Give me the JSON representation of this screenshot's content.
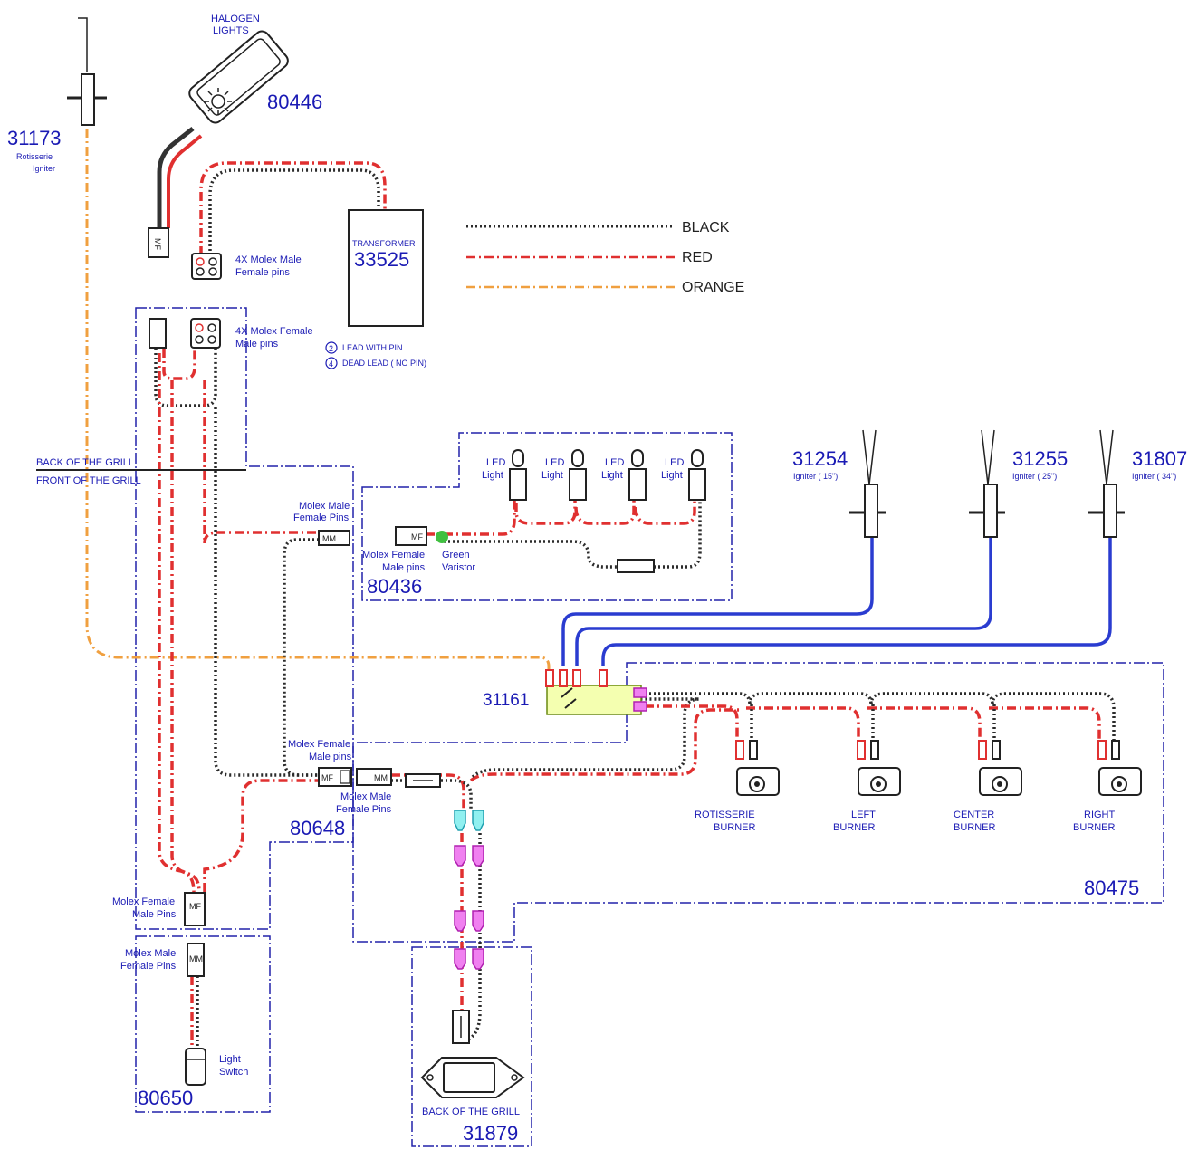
{
  "legend": {
    "black": "BLACK",
    "red": "RED",
    "orange": "ORANGE"
  },
  "colors": {
    "black_wire": "#2b2b2b",
    "red_wire": "#e03030",
    "orange_wire": "#f0a040",
    "blue_wire": "#2a3cd0",
    "label_blue": "#1a1ab4",
    "terminal_magenta": "#f080f0",
    "terminal_cyan": "#90f0f0",
    "module_green": "#f4ffb0"
  },
  "parts": {
    "halogen_lights_line1": "HALOGEN",
    "halogen_lights_line2": "LIGHTS",
    "halogen_pn": "80446",
    "rotisserie_igniter_pn": "31173",
    "rotisserie_igniter_line1": "Rotisserie",
    "rotisserie_igniter_line2": "Igniter",
    "transformer_label": "TRANSFORMER",
    "transformer_pn": "33525",
    "molex_4x_male_line1": "4X Molex Male",
    "molex_4x_male_line2": "Female pins",
    "molex_4x_female_line1": "4X Molex Female",
    "molex_4x_female_line2": "Male pins",
    "lead_with_pin": "LEAD WITH PIN",
    "dead_lead": "DEAD LEAD   ( NO PIN)",
    "lead_num_2": "2",
    "lead_num_4": "4",
    "back_of_grill": "BACK OF THE GRILL",
    "front_of_grill": "FRONT OF THE GRILL",
    "led_light_line1": "LED",
    "led_light_line2": "Light",
    "molex_male_female_line1": "Molex Male",
    "molex_male_female_line2": "Female Pins",
    "molex_female_male_line1": "Molex Female",
    "molex_female_male_line2": "Male pins",
    "green_varistor_line1": "Green",
    "green_varistor_line2": "Varistor",
    "led_harness_pn": "80436",
    "igniter_15_pn": "31254",
    "igniter_15_label": "Igniter  ( 15\")",
    "igniter_25_pn": "31255",
    "igniter_25_label": "Igniter  ( 25\")",
    "igniter_34_pn": "31807",
    "igniter_34_label": "Igniter  ( 34\")",
    "module_pn": "31161",
    "main_harness_pn": "80648",
    "burner_harness_pn": "80475",
    "molex_female_male_pins_line2": "Male Pins",
    "rotisserie_burner_line1": "ROTISSERIE",
    "left_burner_line1": "LEFT",
    "center_burner_line1": "CENTER",
    "right_burner_line1": "RIGHT",
    "burner_line2": "BURNER",
    "light_switch_line1": "Light",
    "light_switch_line2": "Switch",
    "switch_harness_pn": "80650",
    "back_of_grill_bottom": "BACK OF THE GRILL",
    "ignition_pn": "31879",
    "tag_mf": "MF",
    "tag_mm": "MM"
  }
}
